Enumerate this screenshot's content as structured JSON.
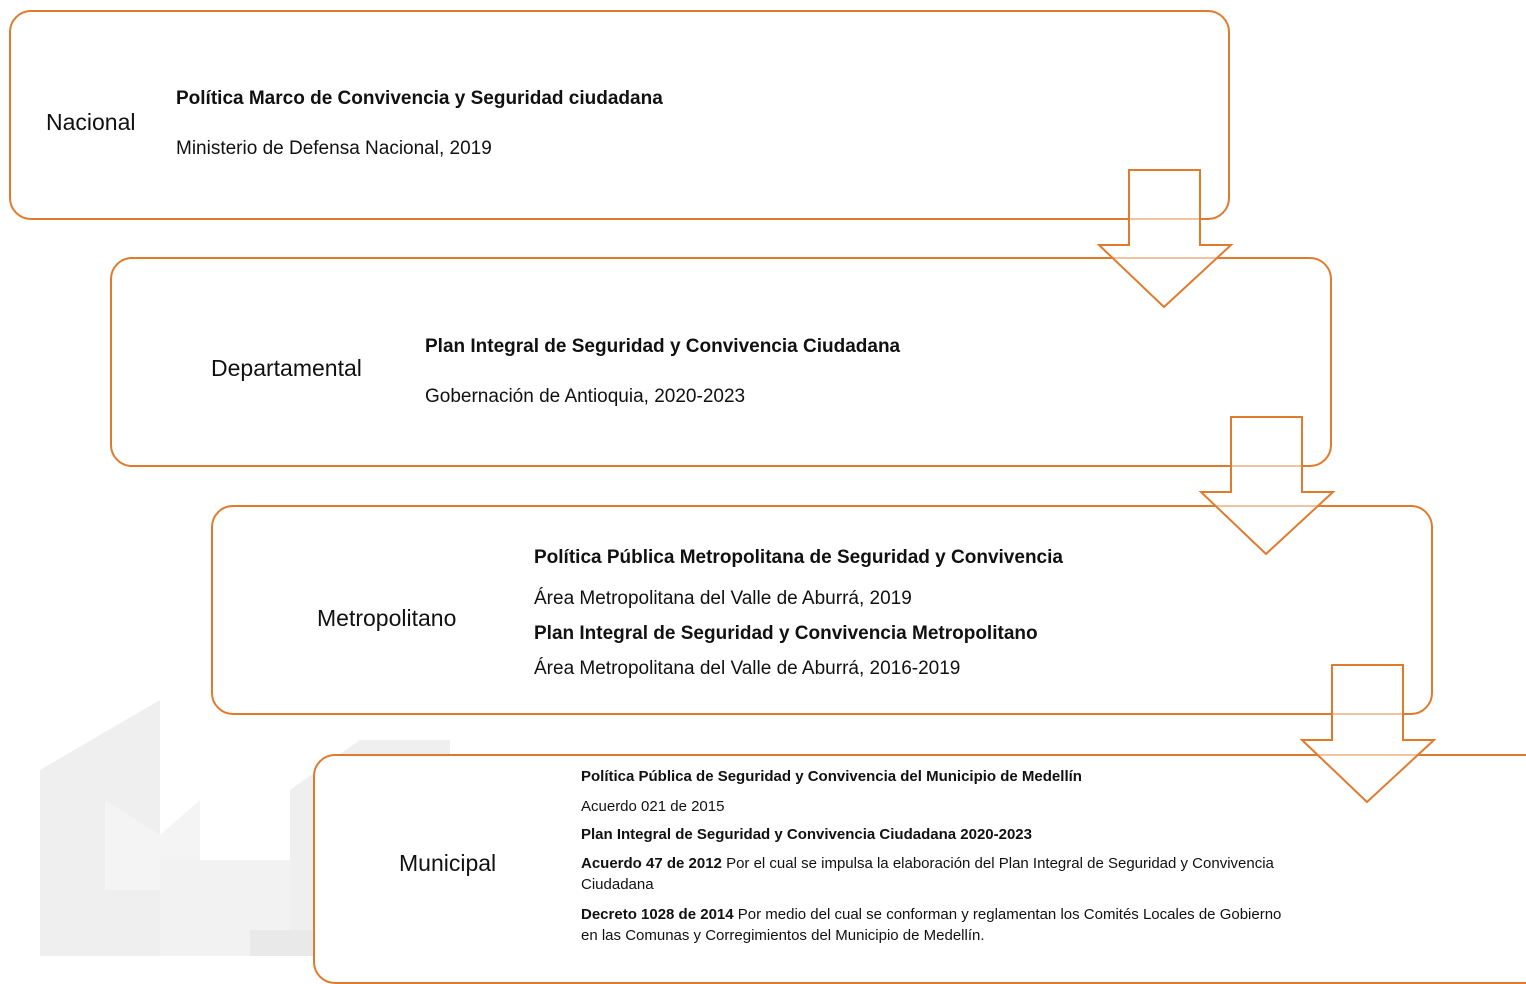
{
  "levels": {
    "nacional": {
      "label": "Nacional",
      "title": "Política Marco de Convivencia y Seguridad ciudadana",
      "source": "Ministerio de Defensa Nacional, 2019"
    },
    "departamental": {
      "label": "Departamental",
      "title": "Plan Integral de Seguridad y Convivencia Ciudadana",
      "source": "Gobernación de Antioquia, 2020-2023"
    },
    "metropolitano": {
      "label": "Metropolitano",
      "title_1": "Política Pública Metropolitana de Seguridad y Convivencia",
      "source_1": "Área Metropolitana del Valle de Aburrá,  2019",
      "title_2": "Plan Integral de Seguridad y Convivencia Metropolitano",
      "source_2": "Área Metropolitana del Valle de Aburrá,  2016-2019"
    },
    "municipal": {
      "label": "Municipal",
      "title_1": "Política Pública de Seguridad y Convivencia del Municipio de Medellín",
      "source_1": "Acuerdo 021 de 2015",
      "title_2": "Plan Integral de Seguridad y Convivencia Ciudadana  2020-2023",
      "item_1_bold": "Acuerdo 47 de 2012",
      "item_1_text": " Por el cual se impulsa la elaboración del Plan Integral de Seguridad y Convivencia Ciudadana",
      "item_2_bold": "Decreto 1028 de 2014",
      "item_2_text": " Por medio del cual se conforman y reglamentan los Comités Locales de Gobierno en  las Comunas y Corregimientos del Municipio de Medellín."
    }
  },
  "colors": {
    "border": "#e07b2e",
    "watermark": "#efefef"
  },
  "icons": [
    "down-arrow-icon"
  ]
}
